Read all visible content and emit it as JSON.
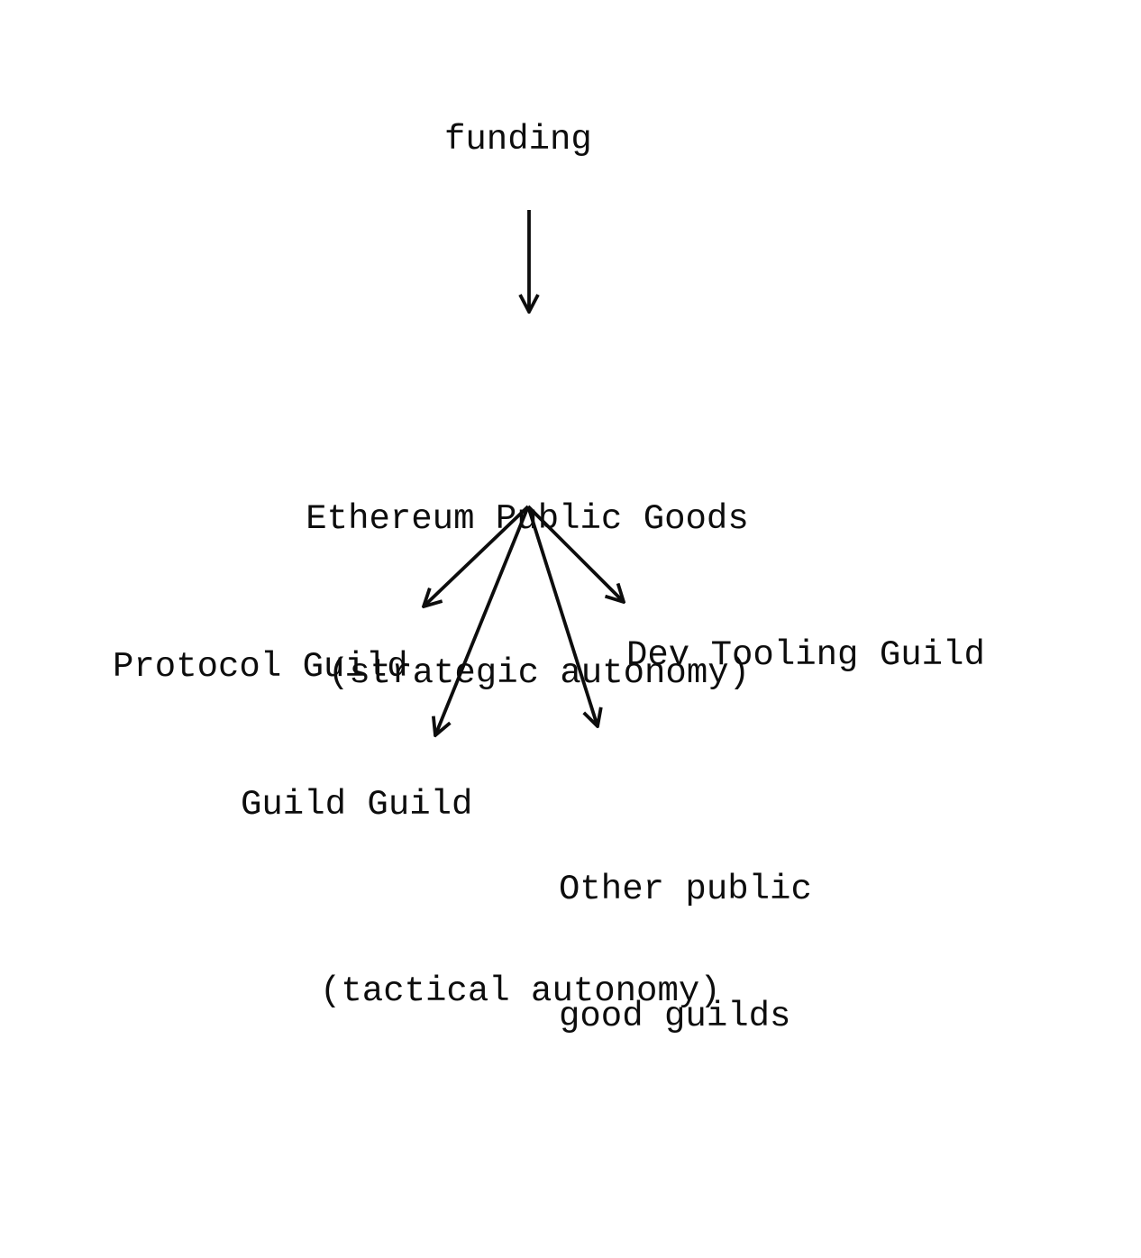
{
  "diagram": {
    "funding": {
      "label": "funding"
    },
    "ethereum_public_goods": {
      "title": "Ethereum Public Goods",
      "subtitle": "(strategic autonomy)"
    },
    "protocol_guild": {
      "label": "Protocol Guild"
    },
    "dev_tooling_guild": {
      "label": "Dev Tooling Guild"
    },
    "guild_guild": {
      "label": "Guild Guild"
    },
    "other_public_good_guilds": {
      "line1": "Other public",
      "line2": "good guilds"
    },
    "tactical_autonomy": {
      "label": "(tactical autonomy)"
    },
    "colors": {
      "ink": "#0d0d0d",
      "background": "#ffffff"
    }
  }
}
